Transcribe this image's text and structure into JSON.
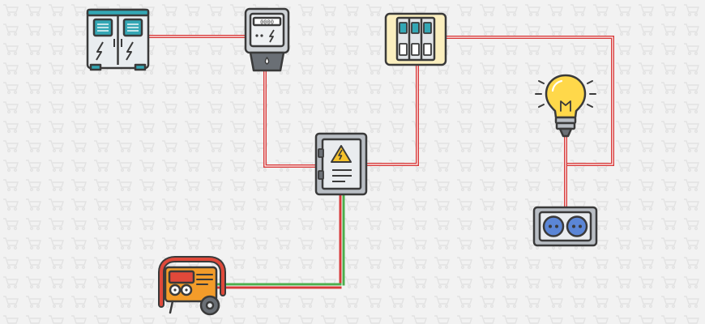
{
  "diagram": {
    "meter_display": "0000",
    "colors": {
      "background": "#f2f2f2",
      "pattern": "#e4e4e4",
      "outline": "#3a3a3a",
      "wire_red": "#d83a3a",
      "wire_green": "#4cae4c",
      "wire_white": "#ffffff",
      "cabinet_teal": "#33a7b5",
      "meter_gray": "#9aa0a6",
      "breaker_yellow": "#fbefbf",
      "panel_gray": "#b9bec4",
      "hazard_yellow": "#f5c22c",
      "bulb_yellow": "#ffd84a",
      "socket_blue": "#5b86d6",
      "generator_red": "#e0493a",
      "generator_orange": "#f39c2a"
    },
    "components": [
      {
        "id": "cabinet",
        "icon": "electrical-cabinet-icon"
      },
      {
        "id": "meter",
        "icon": "electric-meter-icon"
      },
      {
        "id": "breaker",
        "icon": "circuit-breaker-icon"
      },
      {
        "id": "panel",
        "icon": "distribution-panel-icon"
      },
      {
        "id": "bulb",
        "icon": "light-bulb-icon"
      },
      {
        "id": "socket",
        "icon": "power-socket-icon"
      },
      {
        "id": "generator",
        "icon": "generator-icon"
      }
    ]
  }
}
